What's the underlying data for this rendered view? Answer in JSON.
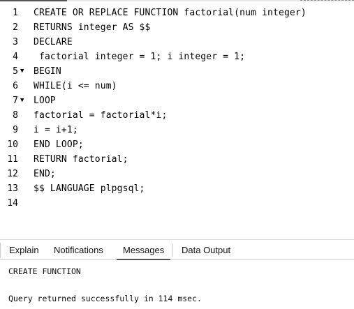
{
  "editor": {
    "lines": [
      {
        "num": "1",
        "fold": "",
        "text": "CREATE OR REPLACE FUNCTION factorial(num integer)"
      },
      {
        "num": "2",
        "fold": "",
        "text": "RETURNS integer AS $$"
      },
      {
        "num": "3",
        "fold": "",
        "text": "DECLARE"
      },
      {
        "num": "4",
        "fold": "",
        "text": " factorial integer = 1; i integer = 1;"
      },
      {
        "num": "5",
        "fold": "▼",
        "text": "BEGIN"
      },
      {
        "num": "6",
        "fold": "",
        "text": "WHILE(i <= num)"
      },
      {
        "num": "7",
        "fold": "▼",
        "text": "LOOP"
      },
      {
        "num": "8",
        "fold": "",
        "text": "factorial = factorial*i;"
      },
      {
        "num": "9",
        "fold": "",
        "text": "i = i+1;"
      },
      {
        "num": "10",
        "fold": "",
        "text": "END LOOP;"
      },
      {
        "num": "11",
        "fold": "",
        "text": "RETURN factorial;"
      },
      {
        "num": "12",
        "fold": "",
        "text": "END;"
      },
      {
        "num": "13",
        "fold": "",
        "text": "$$ LANGUAGE plpgsql;"
      },
      {
        "num": "14",
        "fold": "",
        "text": ""
      }
    ]
  },
  "results": {
    "tabs": [
      "Explain",
      "Notifications",
      "Messages",
      "Data Output"
    ],
    "active_tab": "Messages",
    "messages": {
      "line1": "CREATE FUNCTION",
      "line2": "Query returned successfully in 114 msec."
    }
  }
}
